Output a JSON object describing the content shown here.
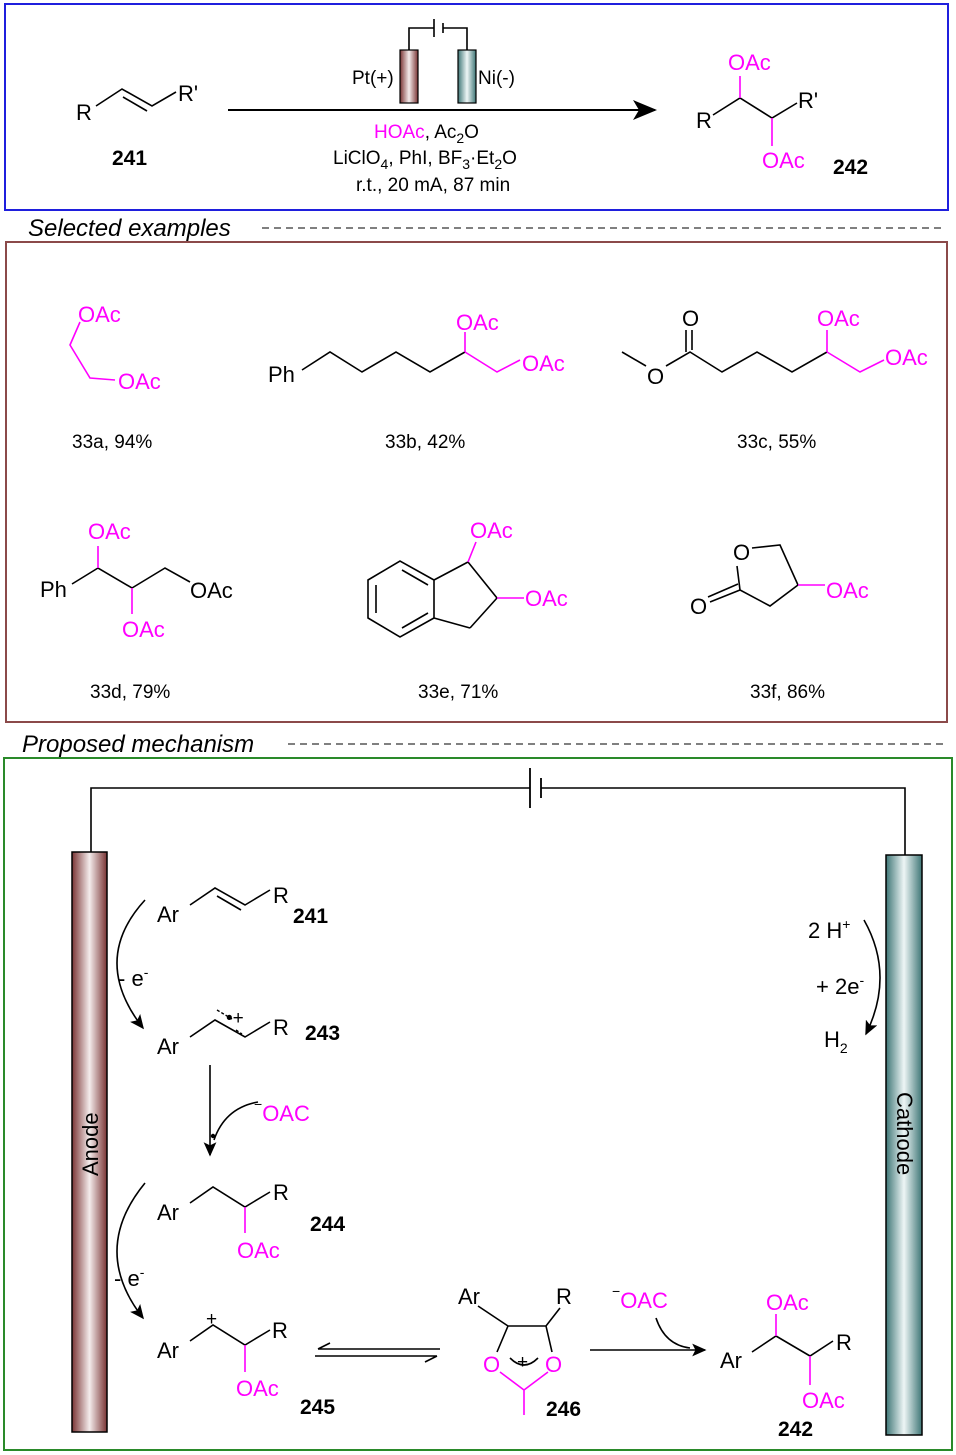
{
  "reaction": {
    "reactant_R": "R",
    "reactant_R2": "R'",
    "reactant_id": "241",
    "anode_label": "Pt(+)",
    "cathode_label": "Ni(-)",
    "cond1_hoac": "HOAc",
    "cond1_rest": ", Ac",
    "cond1_sub": "2",
    "cond1_end": "O",
    "cond2_a": "LiClO",
    "cond2_sub1": "4",
    "cond2_b": ", PhI, BF",
    "cond2_sub2": "3",
    "cond2_c": "·Et",
    "cond2_sub3": "2",
    "cond2_d": "O",
    "cond3": "r.t., 20 mA, 87 min",
    "product_oac": "OAc",
    "product_R": "R",
    "product_R2": "R'",
    "product_id": "242"
  },
  "examples": {
    "heading": "Selected examples",
    "oac": "OAc",
    "ph": "Ph",
    "o": "O",
    "items": [
      {
        "label": "33a, 94%"
      },
      {
        "label": "33b, 42%"
      },
      {
        "label": "33c, 55%"
      },
      {
        "label": "33d, 79%"
      },
      {
        "label": "33e, 71%"
      },
      {
        "label": "33f, 86%"
      }
    ]
  },
  "mechanism": {
    "heading": "Proposed mechanism",
    "anode": "Anode",
    "cathode": "Cathode",
    "ar": "Ar",
    "r": "R",
    "oac": "OAc",
    "oac_anion": "OAC",
    "minus": "−",
    "plus": "+",
    "radical_cation": "•+",
    "o": "O",
    "minus_e": "- e",
    "e_sup": "-",
    "ids": {
      "s241": "241",
      "s243": "243",
      "s244": "244",
      "s245": "245",
      "s246": "246",
      "s242": "242"
    },
    "cathode_h": "2 H",
    "cathode_plus": "+",
    "cathode_e": "+ 2e",
    "cathode_h2": "H",
    "cathode_h2_sub": "2"
  },
  "colors": {
    "scheme_border": "#1f1fdd",
    "examples_border": "#8b4a4a",
    "mechanism_border": "#2a8a2a",
    "highlight": "#ff00ff"
  }
}
